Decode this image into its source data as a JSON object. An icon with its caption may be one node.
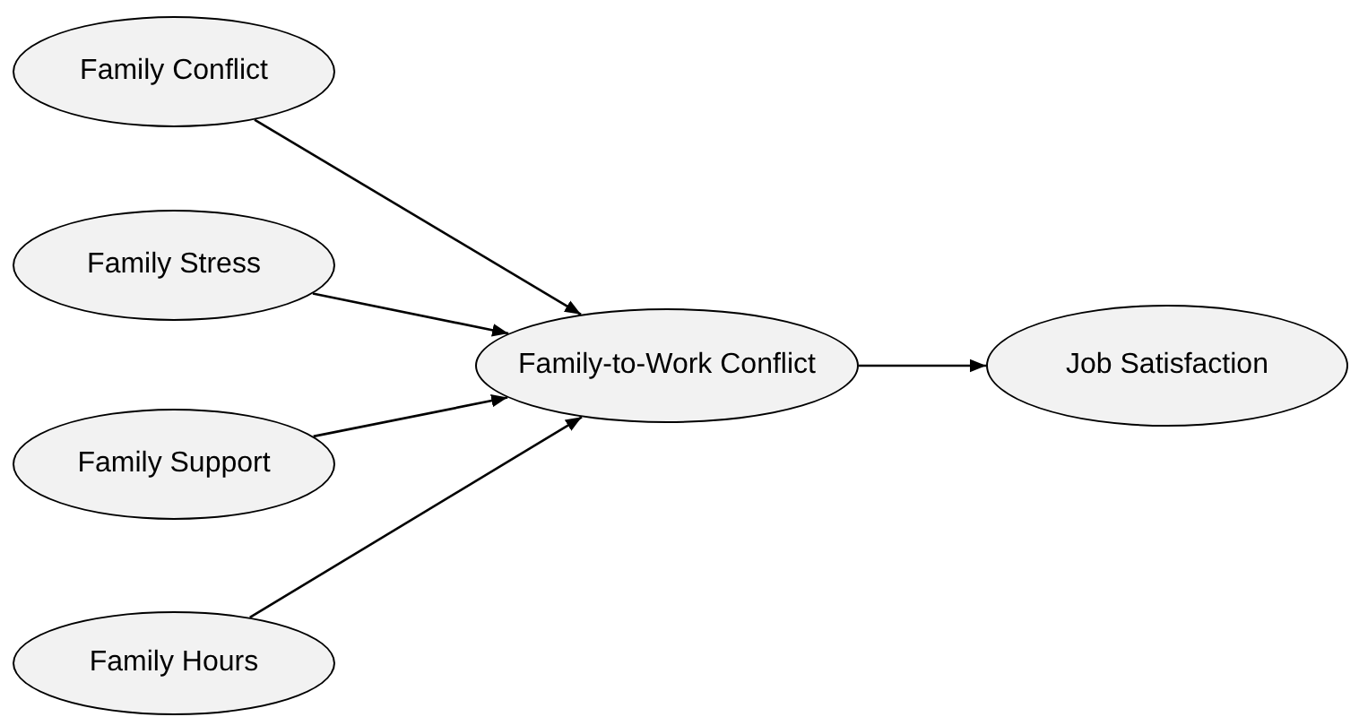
{
  "diagram": {
    "nodes": [
      {
        "text": [
          "Family Conflict"
        ]
      },
      {
        "text": [
          "Family Stress"
        ]
      },
      {
        "text": [
          "Family Support"
        ]
      },
      {
        "text": [
          "Family Hours"
        ]
      },
      {
        "text": [
          "Family-to-Work Conflict"
        ]
      },
      {
        "text": [
          "Job Satisfaction"
        ]
      }
    ],
    "edges": [
      {
        "from": 0,
        "to": 4,
        "arrow": "to"
      },
      {
        "from": 1,
        "to": 4,
        "arrow": "to"
      },
      {
        "from": 2,
        "to": 4,
        "arrow": "to"
      },
      {
        "from": 3,
        "to": 4,
        "arrow": "to"
      },
      {
        "from": 4,
        "to": 5,
        "arrow": "to"
      }
    ]
  }
}
